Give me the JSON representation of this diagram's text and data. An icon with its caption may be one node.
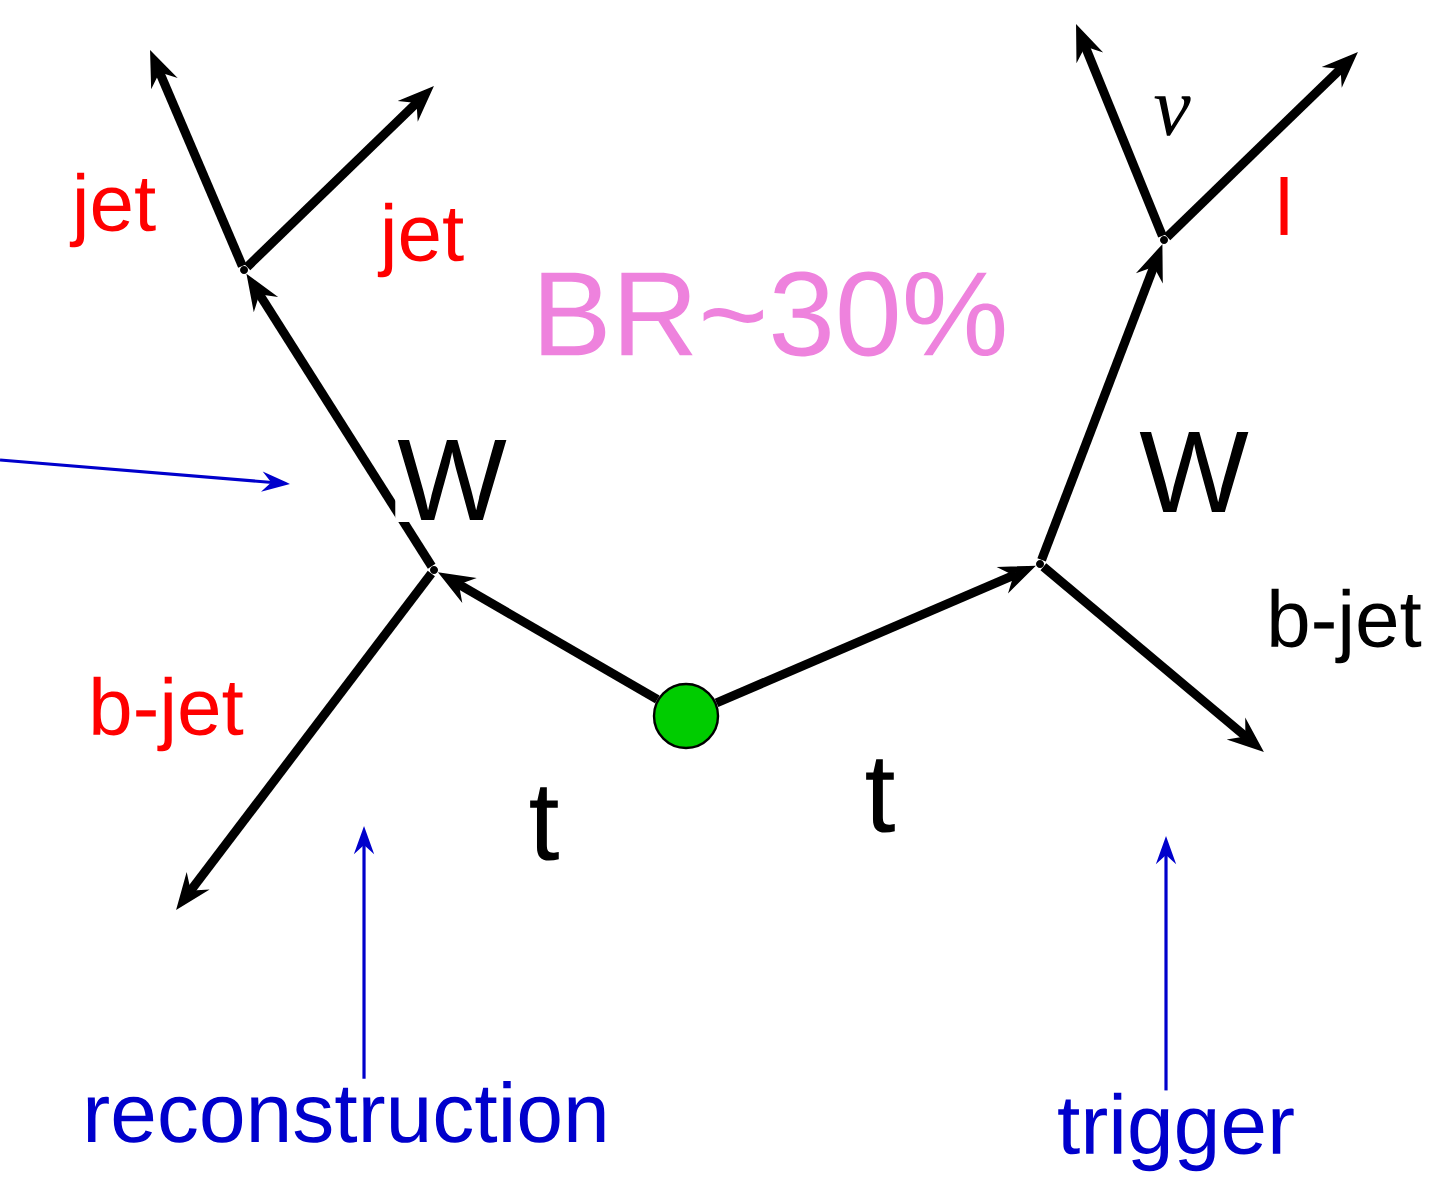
{
  "diagram": {
    "nodes": [
      {
        "text": [],
        "shape": "circle"
      },
      {
        "text": [],
        "shape": "point"
      },
      {
        "text": [],
        "shape": "point"
      },
      {
        "text": [],
        "shape": "point"
      },
      {
        "text": [],
        "shape": "point"
      },
      {
        "text": [
          "reconstruction"
        ]
      },
      {
        "text": [
          "trigger"
        ]
      }
    ],
    "edges": [
      {
        "from": 0,
        "to": 1,
        "arrow": "to",
        "label": "t"
      },
      {
        "from": 0,
        "to": 2,
        "arrow": "to",
        "label": "t"
      },
      {
        "from": 1,
        "to": 3,
        "arrow": "to",
        "label": "W"
      },
      {
        "from": 2,
        "to": 4,
        "arrow": "to",
        "label": "W"
      },
      {
        "from": 1,
        "to": null,
        "arrow": "to",
        "label": "b-jet"
      },
      {
        "from": 2,
        "to": null,
        "arrow": "to",
        "label": "b-jet"
      },
      {
        "from": 3,
        "to": null,
        "arrow": "to",
        "label": "jet"
      },
      {
        "from": 3,
        "to": null,
        "arrow": "to",
        "label": "jet"
      },
      {
        "from": 4,
        "to": null,
        "arrow": "to",
        "label": "ν"
      },
      {
        "from": 4,
        "to": null,
        "arrow": "to",
        "label": "l"
      },
      {
        "from": 5,
        "to": null,
        "arrow": "to",
        "color": "#0000cc"
      },
      {
        "from": 6,
        "to": null,
        "arrow": "to",
        "color": "#0000cc"
      }
    ],
    "labels": [
      "BR~30%"
    ]
  }
}
